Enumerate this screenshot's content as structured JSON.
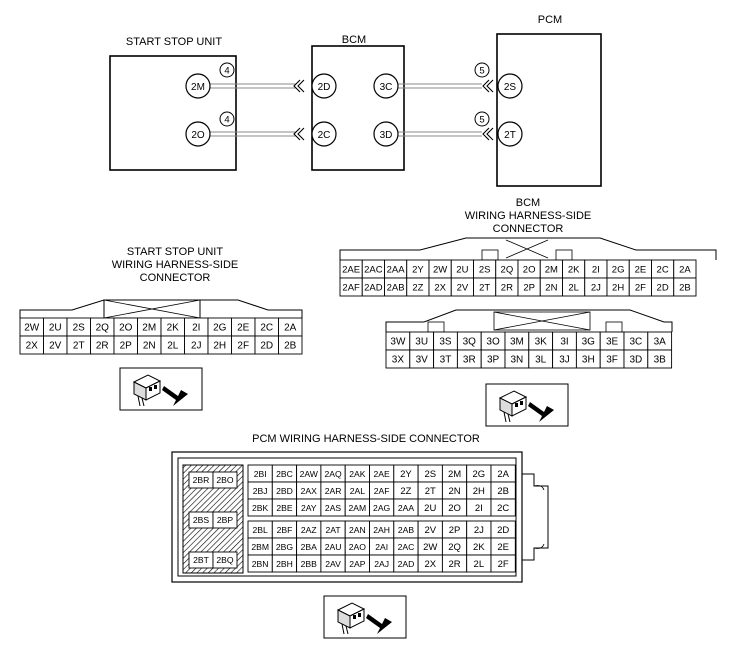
{
  "units": {
    "start_stop": "START STOP UNIT",
    "bcm": "BCM",
    "pcm": "PCM"
  },
  "terminals": {
    "ssu_top": "2M",
    "ssu_bottom": "2O",
    "bcm_left_top": "2D",
    "bcm_left_bottom": "2C",
    "bcm_right_top": "3C",
    "bcm_right_bottom": "3D",
    "pcm_top": "2S",
    "pcm_bottom": "2T"
  },
  "connector_refs": {
    "ssu_top": "4",
    "ssu_bottom": "4",
    "pcm_top": "5",
    "pcm_bottom": "5"
  },
  "ssu_connector": {
    "title_lines": [
      "START STOP UNIT",
      "WIRING HARNESS-SIDE",
      "CONNECTOR"
    ],
    "rows": [
      [
        "2W",
        "2U",
        "2S",
        "2Q",
        "2O",
        "2M",
        "2K",
        "2I",
        "2G",
        "2E",
        "2C",
        "2A"
      ],
      [
        "2X",
        "2V",
        "2T",
        "2R",
        "2P",
        "2N",
        "2L",
        "2J",
        "2H",
        "2F",
        "2D",
        "2B"
      ]
    ]
  },
  "bcm_connector": {
    "title_lines": [
      "BCM",
      "WIRING HARNESS-SIDE",
      "CONNECTOR"
    ],
    "block1": [
      [
        "2AE",
        "2AC",
        "2AA",
        "2Y",
        "2W",
        "2U",
        "2S",
        "2Q",
        "2O",
        "2M",
        "2K",
        "2I",
        "2G",
        "2E",
        "2C",
        "2A"
      ],
      [
        "2AF",
        "2AD",
        "2AB",
        "2Z",
        "2X",
        "2V",
        "2T",
        "2R",
        "2P",
        "2N",
        "2L",
        "2J",
        "2H",
        "2F",
        "2D",
        "2B"
      ]
    ],
    "block2": [
      [
        "3W",
        "3U",
        "3S",
        "3Q",
        "3O",
        "3M",
        "3K",
        "3I",
        "3G",
        "3E",
        "3C",
        "3A"
      ],
      [
        "3X",
        "3V",
        "3T",
        "3R",
        "3P",
        "3N",
        "3L",
        "3J",
        "3H",
        "3F",
        "3D",
        "3B"
      ]
    ]
  },
  "pcm_connector": {
    "title": "PCM WIRING HARNESS-SIDE CONNECTOR",
    "left_pairs": [
      [
        "2BR",
        "2BO"
      ],
      [
        "2BS",
        "2BP"
      ],
      [
        "2BT",
        "2BQ"
      ]
    ],
    "rows": [
      [
        "2BI",
        "2BC",
        "2AW",
        "2AQ",
        "2AK",
        "2AE",
        "2Y",
        "2S",
        "2M",
        "2G",
        "2A"
      ],
      [
        "2BJ",
        "2BD",
        "2AX",
        "2AR",
        "2AL",
        "2AF",
        "2Z",
        "2T",
        "2N",
        "2H",
        "2B"
      ],
      [
        "2BK",
        "2BE",
        "2AY",
        "2AS",
        "2AM",
        "2AG",
        "2AA",
        "2U",
        "2O",
        "2I",
        "2C"
      ],
      [
        "2BL",
        "2BF",
        "2AZ",
        "2AT",
        "2AN",
        "2AH",
        "2AB",
        "2V",
        "2P",
        "2J",
        "2D"
      ],
      [
        "2BM",
        "2BG",
        "2BA",
        "2AU",
        "2AO",
        "2AI",
        "2AC",
        "2W",
        "2Q",
        "2K",
        "2E"
      ],
      [
        "2BN",
        "2BH",
        "2BB",
        "2AV",
        "2AP",
        "2AJ",
        "2AD",
        "2X",
        "2R",
        "2L",
        "2F"
      ]
    ]
  }
}
